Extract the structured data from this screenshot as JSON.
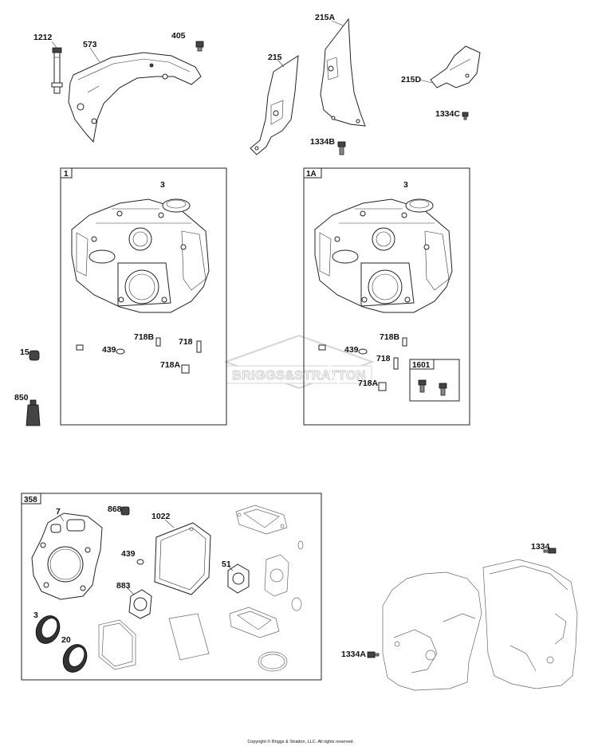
{
  "part_labels": {
    "p1212": "1212",
    "p573": "573",
    "p405": "405",
    "p215": "215",
    "p215A": "215A",
    "p215D": "215D",
    "p1334C": "1334C",
    "p1334B": "1334B",
    "p3_left": "3",
    "p3_right": "3",
    "p718B_left": "718B",
    "p718_left": "718",
    "p439_left": "439",
    "p718A_left": "718A",
    "p718B_right": "718B",
    "p718_right": "718",
    "p439_right": "439",
    "p718A_right": "718A",
    "p15": "15",
    "p850": "850",
    "p7": "7",
    "p868": "868",
    "p1022": "1022",
    "p439_kit": "439",
    "p51": "51",
    "p883": "883",
    "p3_kit": "3",
    "p20": "20",
    "p1334": "1334",
    "p1334A": "1334A"
  },
  "boxes": {
    "box1": "1",
    "box1A": "1A",
    "box1601": "1601",
    "box358": "358"
  },
  "watermark": "BRIGGS&STRATTON",
  "copyright": "Copyright © Briggs & Stratton, LLC. All rights reserved."
}
